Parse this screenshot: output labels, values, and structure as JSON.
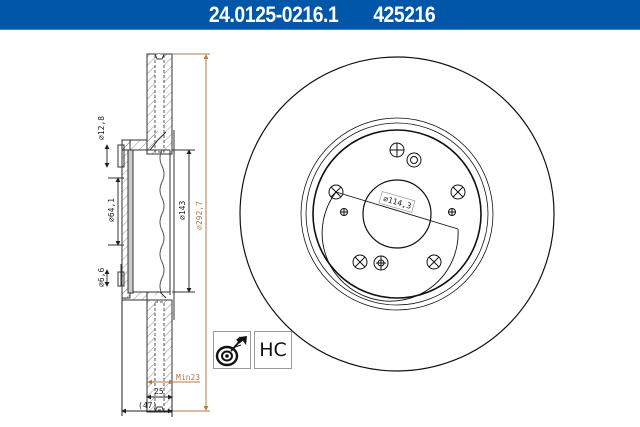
{
  "header": {
    "part_number": "24.0125-0216.1",
    "article_number": "425216",
    "background_color": "#0057a8",
    "text_color": "#ffffff"
  },
  "side_view": {
    "dimensions": {
      "bolt_hole_diameter": "⌀12,8",
      "hub_diameter": "⌀64,1",
      "small_hole_diameter": "⌀6,6",
      "hat_diameter": "⌀143",
      "outer_diameter": "⌀292,7",
      "min_thickness": "Min23",
      "thickness": "25",
      "total_height": "(47)"
    },
    "dimension_accent_color": "#b07a4a"
  },
  "front_view": {
    "pcd_label": "⌀114,3",
    "bolt_holes": 5
  },
  "badges": {
    "coating_icon": "spray-coated-disc-icon",
    "hc_label": "HC"
  }
}
